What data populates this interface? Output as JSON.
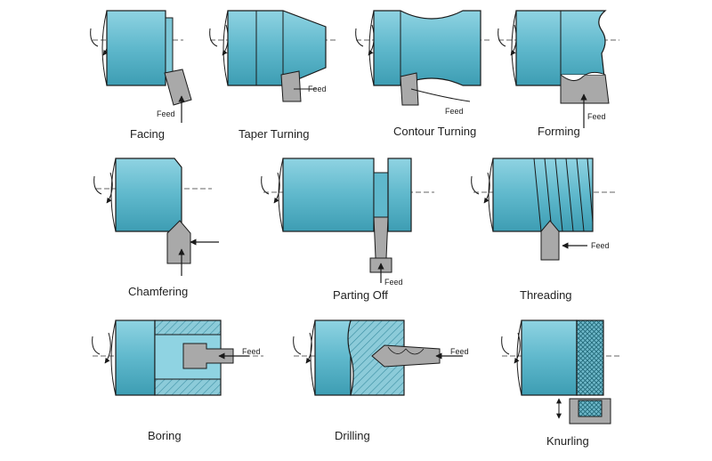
{
  "colors": {
    "workpiece": "#5fb8cc",
    "workpiece_dark": "#2f8da3",
    "tool": "#a9a9a9",
    "outline": "#1a1a1a",
    "hatch": "#6fa9b8"
  },
  "feed_label": "Feed",
  "operations": [
    {
      "id": "facing",
      "title": "Facing",
      "has_feed": true
    },
    {
      "id": "taper-turning",
      "title": "Taper Turning",
      "has_feed": true
    },
    {
      "id": "contour-turning",
      "title": "Contour Turning",
      "has_feed": true
    },
    {
      "id": "forming",
      "title": "Forming",
      "has_feed": true
    },
    {
      "id": "chamfering",
      "title": "Chamfering",
      "has_feed": false
    },
    {
      "id": "parting-off",
      "title": "Parting Off",
      "has_feed": true
    },
    {
      "id": "threading",
      "title": "Threading",
      "has_feed": true
    },
    {
      "id": "boring",
      "title": "Boring",
      "has_feed": true
    },
    {
      "id": "drilling",
      "title": "Drilling",
      "has_feed": true
    },
    {
      "id": "knurling",
      "title": "Knurling",
      "has_feed": false
    }
  ]
}
